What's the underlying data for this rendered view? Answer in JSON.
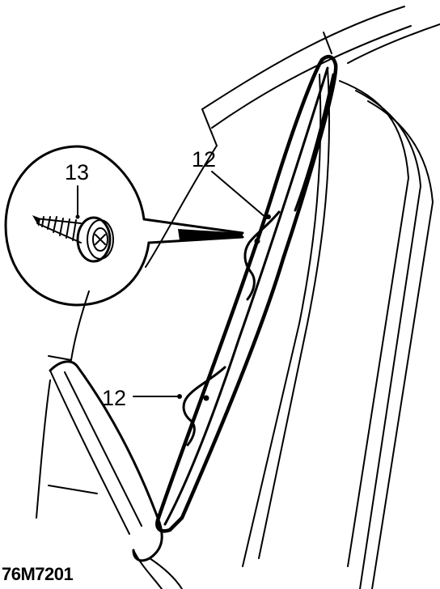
{
  "callouts": {
    "screw": "13",
    "upper_clip": "12",
    "lower_clip": "12"
  },
  "reference_code": "76M7201",
  "colors": {
    "ink": "#000000",
    "paper": "#ffffff"
  }
}
